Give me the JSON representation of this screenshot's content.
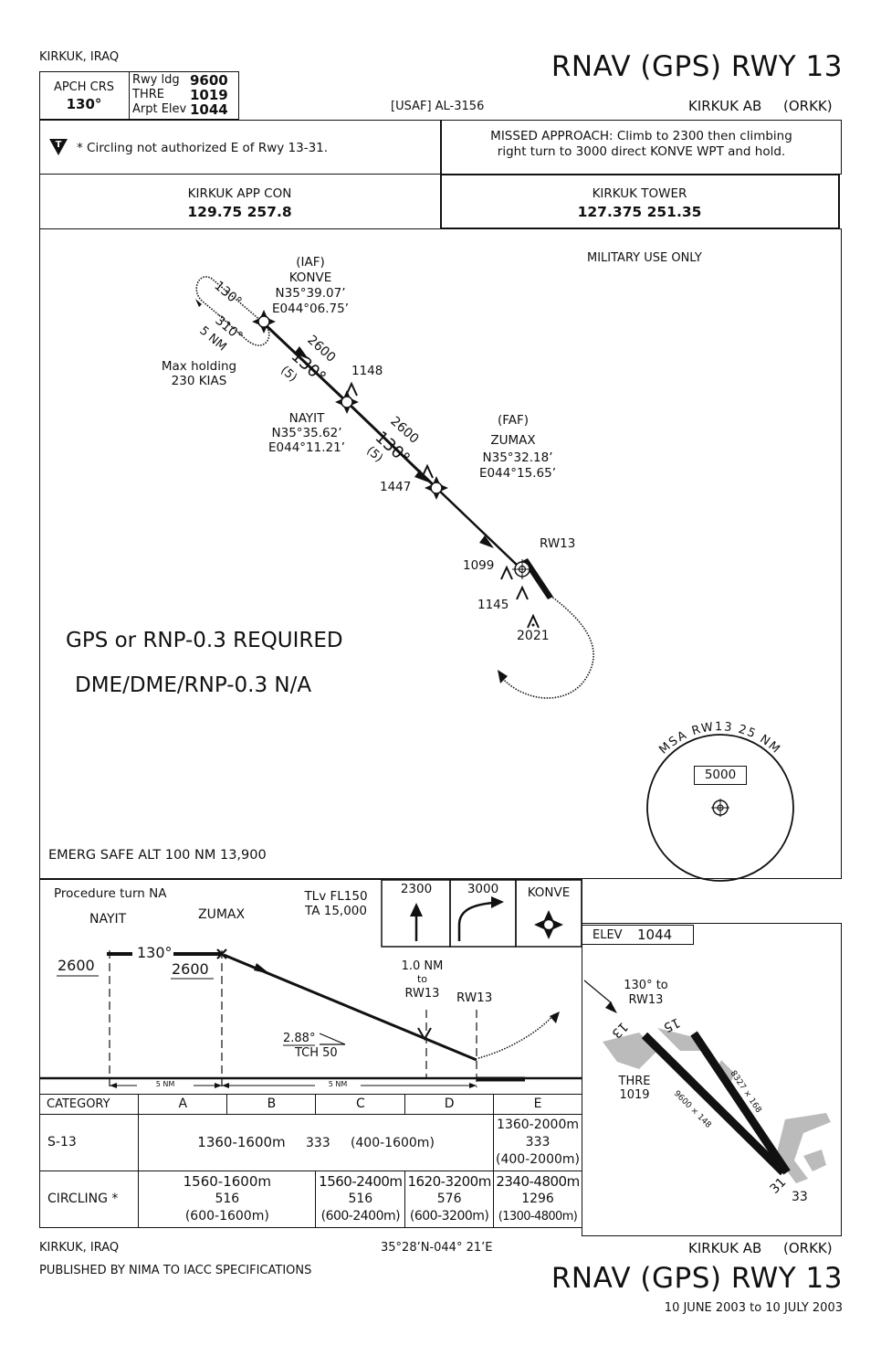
{
  "header": {
    "location": "KIRKUK, IRAQ",
    "title": "RNAV (GPS) RWY 13",
    "apch_crs_label": "APCH CRS",
    "apch_crs_value": "130°",
    "rwy_ldg_label": "Rwy ldg",
    "rwy_ldg_value": "9600",
    "thre_label": "THRE",
    "thre_value": "1019",
    "arpt_elev_label": "Arpt Elev",
    "arpt_elev_value": "1044",
    "chart_id": "[USAF] AL-3156",
    "airport": "KIRKUK AB",
    "icao": "(ORKK)"
  },
  "notes": {
    "circling_note": "* Circling not authorized E of Rwy 13-31.",
    "missed_line1": "MISSED APPROACH: Climb to 2300 then climbing",
    "missed_line2": "right turn to 3000 direct KONVE WPT and hold."
  },
  "comms": {
    "app_con_label": "KIRKUK APP CON",
    "app_con_freq": "129.75  257.8",
    "tower_label": "KIRKUK TOWER",
    "tower_freq": "127.375  251.35"
  },
  "planview": {
    "military_use": "MILITARY USE ONLY",
    "iaf_label": "(IAF)",
    "konve": "KONVE",
    "konve_lat": "N35°39.07’",
    "konve_lon": "E044°06.75’",
    "holding_inbound": "130°",
    "holding_outbound": "310°",
    "holding_leg": "5 NM",
    "max_holding_1": "Max holding",
    "max_holding_2": "230 KIAS",
    "seg1_alt": "2600",
    "seg1_crs": "130°",
    "seg1_dist": "(5)",
    "obst_1148": "1148",
    "nayit": "NAYIT",
    "nayit_lat": "N35°35.62’",
    "nayit_lon": "E044°11.21’",
    "seg2_alt": "2600",
    "seg2_crs": "130°",
    "seg2_dist": "(5)",
    "faf_label": "(FAF)",
    "zumax": "ZUMAX",
    "zumax_lat": "N35°32.18’",
    "zumax_lon": "E044°15.65’",
    "obst_1447": "1447",
    "rw13": "RW13",
    "obst_1099": "1099",
    "obst_1145": "1145",
    "obst_2021": "2021",
    "gps_required": "GPS or RNP-0.3 REQUIRED",
    "dme_na": "DME/DME/RNP-0.3 N/A",
    "msa_label": "MSA RW13 25 NM",
    "msa_alt": "5000",
    "emerg_safe_alt": "EMERG SAFE ALT 100 NM 13,900"
  },
  "profile": {
    "procedure_turn": "Procedure turn NA",
    "tlv": "TLv FL150",
    "ta": "TA 15,000",
    "ma_alt1": "2300",
    "ma_alt2": "3000",
    "ma_fix": "KONVE",
    "nayit": "NAYIT",
    "zumax": "ZUMAX",
    "crs": "130°",
    "alt_nayit": "2600",
    "alt_zumax": "2600",
    "nm_to_1": "1.0 NM",
    "nm_to_2": "to",
    "nm_to_3": "RW13",
    "rw13": "RW13",
    "gs_angle": "2.88°",
    "tch": "TCH 50",
    "dist_1": "5 NM",
    "dist_2": "5 NM"
  },
  "airport_sketch": {
    "elev_label": "ELEV",
    "elev_value": "1044",
    "crs_1": "130° to",
    "crs_2": "RW13",
    "thre_label": "THRE",
    "thre_value": "1019",
    "rwy_13": "13",
    "rwy_15": "15",
    "rwy_31": "31",
    "rwy_33": "33",
    "rwy_dim_1": "9600 × 148",
    "rwy_dim_2": "8327 × 168"
  },
  "minimums": {
    "headers": [
      "CATEGORY",
      "A",
      "B",
      "C",
      "D",
      "E"
    ],
    "s13_label": "S-13",
    "s13_abcd_1": "1360-1600m",
    "s13_abcd_2": "333",
    "s13_abcd_3": "(400-1600m)",
    "s13_e": [
      "1360-2000m",
      "333",
      "(400-2000m)"
    ],
    "circ_label": "CIRCLING *",
    "circ_ab": [
      "1560-1600m",
      "516",
      "(600-1600m)"
    ],
    "circ_c": [
      "1560-2400m",
      "516",
      "(600-2400m)"
    ],
    "circ_d": [
      "1620-3200m",
      "576",
      "(600-3200m)"
    ],
    "circ_e": [
      "2340-4800m",
      "1296",
      "(1300-4800m)"
    ]
  },
  "footer": {
    "location": "KIRKUK, IRAQ",
    "coords": "35°28’N-044° 21’E",
    "airport": "KIRKUK AB",
    "icao": "(ORKK)",
    "published": "PUBLISHED BY NIMA TO IACC SPECIFICATIONS",
    "title": "RNAV (GPS) RWY 13",
    "dates": "10 JUNE 2003 to 10 JULY 2003"
  }
}
